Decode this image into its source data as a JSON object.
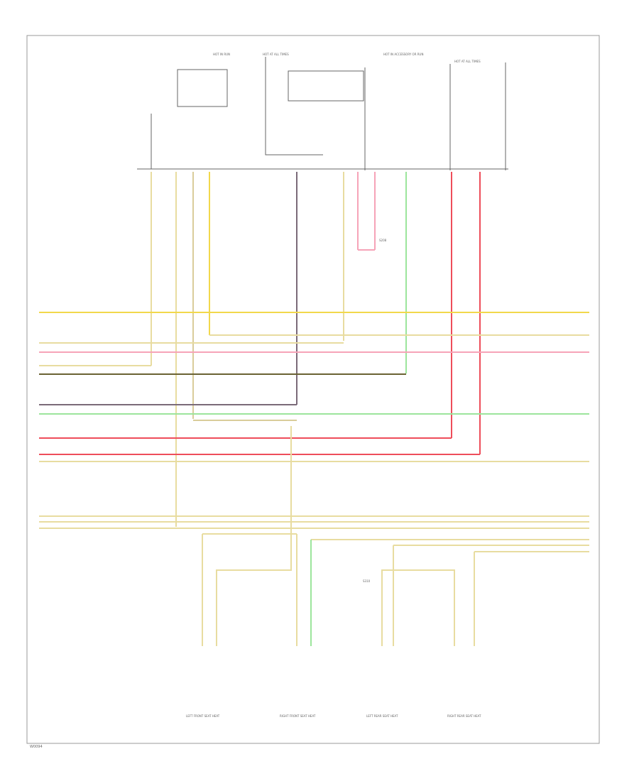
{
  "diagram": {
    "figure_id": "W0094",
    "top_labels": [
      "HOT IN RUN",
      "HOT AT ALL TIMES",
      "HOT IN ACCESSORY OR RUN",
      "HOT AT ALL TIMES"
    ],
    "bottom_connectors": [
      "LEFT FRONT SEAT HEAT",
      "RIGHT FRONT SEAT HEAT",
      "LEFT REAR SEAT HEAT",
      "RIGHT REAR SEAT HEAT"
    ],
    "splices": [
      "S208",
      "S310"
    ],
    "wire_colors": {
      "yellow": "#f2d84b",
      "tan": "#e8dca0",
      "pink": "#f6a3b8",
      "red": "#ee4d5a",
      "green": "#9ce59c",
      "dark_olive": "#6a6233",
      "purple_gray": "#7a6a78",
      "beige": "#d9cc9a"
    }
  }
}
